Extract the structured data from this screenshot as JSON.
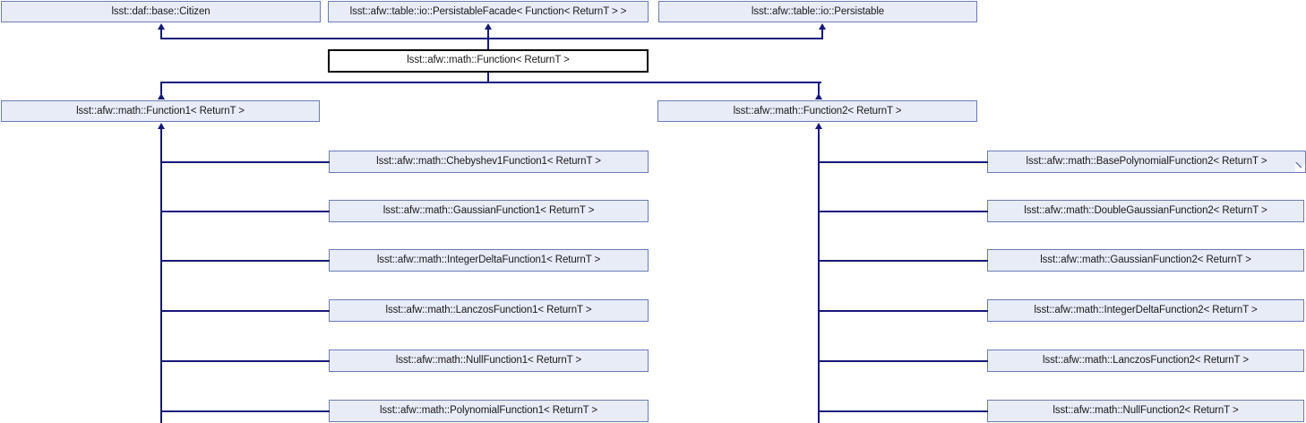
{
  "diagram": {
    "title": "lsst::afw::math::Function< ReturnT > inheritance diagram",
    "type": "uml-inheritance-graph",
    "colors": {
      "node_fill": "#e8ecf7",
      "node_border": "#6b7bb5",
      "current_node_fill": "#ffffff",
      "current_node_border": "#000000",
      "edge": "#16187a",
      "background": "#ffffff"
    },
    "base_classes": [
      {
        "id": "citizen",
        "label": "lsst::daf::base::Citizen"
      },
      {
        "id": "persistable_facade",
        "label": "lsst::afw::table::io::PersistableFacade< Function< ReturnT > >"
      },
      {
        "id": "persistable",
        "label": "lsst::afw::table::io::Persistable"
      }
    ],
    "current_class": {
      "id": "function",
      "label": "lsst::afw::math::Function< ReturnT >"
    },
    "subclasses": [
      {
        "id": "function1",
        "label": "lsst::afw::math::Function1< ReturnT >"
      },
      {
        "id": "function2",
        "label": "lsst::afw::math::Function2< ReturnT >"
      }
    ],
    "function1_children": [
      {
        "id": "chebyshev1function1",
        "label": "lsst::afw::math::Chebyshev1Function1< ReturnT >"
      },
      {
        "id": "gaussianfunction1",
        "label": "lsst::afw::math::GaussianFunction1< ReturnT >"
      },
      {
        "id": "integerdeltafunction1",
        "label": "lsst::afw::math::IntegerDeltaFunction1< ReturnT >"
      },
      {
        "id": "lanczosfunction1",
        "label": "lsst::afw::math::LanczosFunction1< ReturnT >"
      },
      {
        "id": "nullfunction1",
        "label": "lsst::afw::math::NullFunction1< ReturnT >"
      },
      {
        "id": "polynomialfunction1",
        "label": "lsst::afw::math::PolynomialFunction1< ReturnT >"
      }
    ],
    "function2_children": [
      {
        "id": "basepolynomialfunction2",
        "label": "lsst::afw::math::BasePolynomialFunction2< ReturnT >",
        "truncated": true
      },
      {
        "id": "doublegaussianfunction2",
        "label": "lsst::afw::math::DoubleGaussianFunction2< ReturnT >"
      },
      {
        "id": "gaussianfunction2",
        "label": "lsst::afw::math::GaussianFunction2< ReturnT >"
      },
      {
        "id": "integerdeltafunction2",
        "label": "lsst::afw::math::IntegerDeltaFunction2< ReturnT >"
      },
      {
        "id": "lanczosfunction2",
        "label": "lsst::afw::math::LanczosFunction2< ReturnT >"
      },
      {
        "id": "nullfunction2",
        "label": "lsst::afw::math::NullFunction2< ReturnT >"
      }
    ]
  }
}
